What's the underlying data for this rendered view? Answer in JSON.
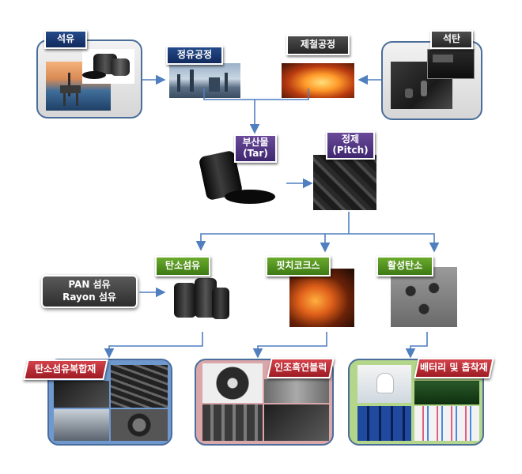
{
  "sources": {
    "oil": "석유",
    "coal": "석탄"
  },
  "processes": {
    "refining": "정유공정",
    "steelmaking": "제철공정"
  },
  "intermediates": {
    "tar_line1": "부산물",
    "tar_line2": "(Tar)",
    "pitch_line1": "정제",
    "pitch_line2": "(Pitch)"
  },
  "materials": {
    "carbon_fiber": "탄소섬유",
    "pitch_coke": "핏치코크스",
    "activated_carbon": "활성탄소"
  },
  "fiber_inputs": {
    "line1": "PAN 섬유",
    "line2": "Rayon 섬유"
  },
  "applications": {
    "cf_composite": "탄소섬유복합재",
    "graphite_block": "인조흑연블럭",
    "battery_adsorbent": "배터리 및 흡착재"
  },
  "colors": {
    "arrow": "#4f7fbf",
    "panel_border": "#4a6d9a",
    "blue_panel": "#6f98cf",
    "pink_panel": "#d9a6aa",
    "green_panel": "#b4d68a"
  }
}
